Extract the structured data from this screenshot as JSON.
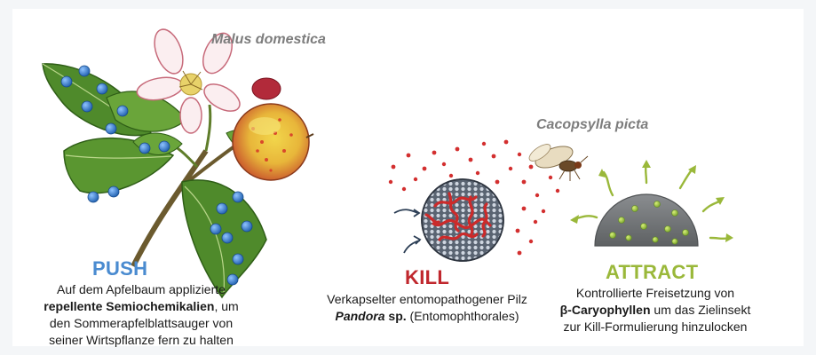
{
  "labels": {
    "host": "Malus domestica",
    "insect": "Cacopsylla picta"
  },
  "push": {
    "title": "PUSH",
    "color": "#4a8bd0",
    "line1": "Auf dem Apfelbaum applizierte",
    "line2_bold": "repellente Semiochemikalien",
    "line2_rest": ", um",
    "line3": "den Sommerapfelblattsauger von",
    "line4": "seiner Wirtspflanze fern zu halten"
  },
  "kill": {
    "title": "KILL",
    "color": "#c0272d",
    "line1": "Verkapselter entomopathogener Pilz",
    "line2_bold_italic": "Pandora",
    "line2_bold": " sp.",
    "line2_rest": " (Entomophthorales)"
  },
  "attract": {
    "title": "ATTRACT",
    "color": "#9ab83a",
    "line1": "Kontrollierte Freisetzung von",
    "line2_bold": "β-Caryophyllen",
    "line2_rest": " um das Zielinsekt",
    "line3": "zur Kill-Formulierung hinzulocken"
  },
  "icons": {
    "branch": "apple-branch-illustration-icon",
    "capsule": "fungal-capsule-icon",
    "insect": "psyllid-insect-icon",
    "dispenser": "attractant-dispenser-icon"
  }
}
